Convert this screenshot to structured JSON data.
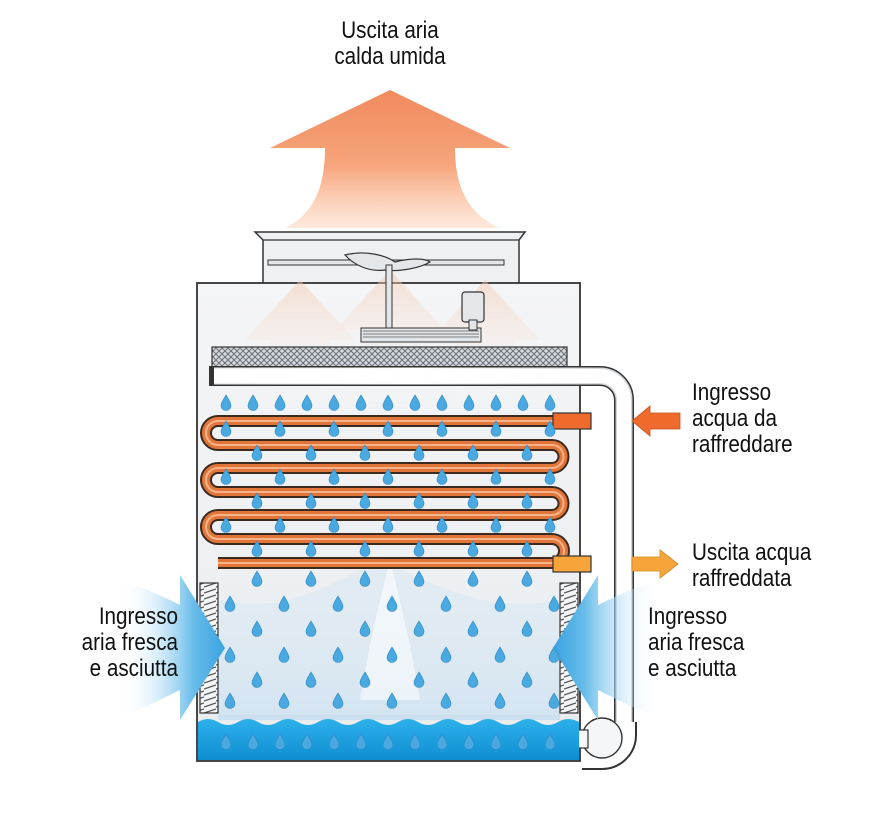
{
  "labels": {
    "air_out": [
      "Uscita aria",
      "calda umida"
    ],
    "water_in": [
      "Ingresso",
      "acqua da",
      "raffreddare"
    ],
    "water_out": [
      "Uscita acqua",
      "raffreddata"
    ],
    "air_in_left": [
      "Ingresso",
      "aria fresca",
      "e asciutta"
    ],
    "air_in_right": [
      "Ingresso",
      "aria fresca",
      "e asciutta"
    ]
  },
  "colors": {
    "hot_air": "#f08a5d",
    "hot_water_arrow": "#ee6b2d",
    "cooled_water_arrow": "#f6a53a",
    "fresh_air": "#4fb3e8",
    "coil": "#e2763a",
    "water_basin": "#1aa0e0",
    "droplet": "#4aa9e0",
    "casing": "#f1f3f5",
    "outline": "#333333"
  },
  "icons": {
    "fan": "fan-icon",
    "motor": "motor-icon",
    "droplet": "water-drop-icon"
  }
}
